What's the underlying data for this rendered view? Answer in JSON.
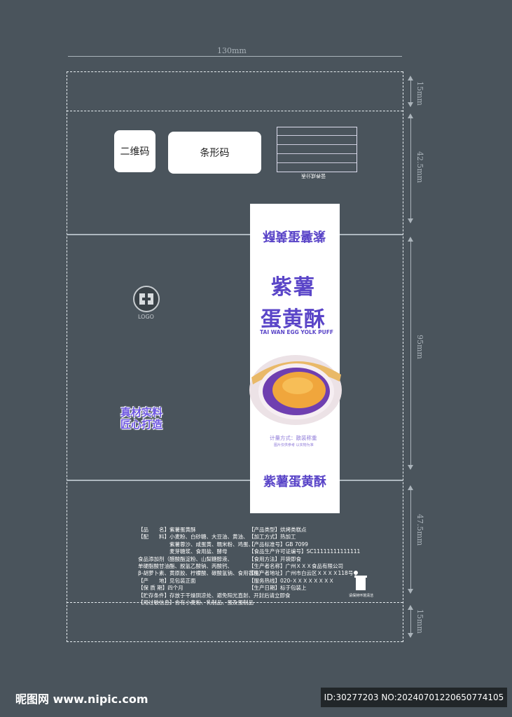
{
  "dimensions": {
    "width_label": "130mm",
    "top_flap": "15mm",
    "upper_panel": "42.5mm",
    "middle_panel": "95mm",
    "lower_panel": "47.5mm",
    "bottom_flap": "15mm"
  },
  "placeholders": {
    "qr_code": "二维码",
    "barcode": "条形码"
  },
  "logo": {
    "text": "LOGO"
  },
  "slogan": {
    "line1": "真材实料",
    "line2": "匠心打造"
  },
  "front": {
    "title_flipped": "紫薯蛋黄酥",
    "title_line1": "紫薯",
    "title_line2": "蛋黄酥",
    "subtitle": "TAI WAN EGG YOLK PUFF",
    "measure": "计量方式：散装称重",
    "note": "图片仅供参考 以实物为准",
    "bottom_title": "紫薯蛋黄酥"
  },
  "nutrition_caption": "营养成分表",
  "product_info_left": [
    "【品　　名】紫薯蛋黄酥",
    "【配　　料】小麦粉、白砂糖、大豆油、黄油、",
    "　　　　　　紫薯蓉沙、咸蛋黄、糯米粉、鸡蛋、",
    "　　　　　　麦芽糖浆、食用盐、酵母",
    "食品添加剂（醋酸酯淀粉、山梨糖醇液、",
    "单硬脂酸甘油酯、脱氢乙酸钠、丙酸钙、",
    "β-胡萝卜素、黄原胶、柠檬酸、碳酸氢钠、食用香精）",
    "【产　　地】见包装正面",
    "【保 质 期】四个月",
    "【贮存条件】存放于干燥阴凉处、避免阳光直射、开封后请立即食",
    "【用过敏信息】含有小麦粉、乳制品、蛋及蛋制品"
  ],
  "product_info_right": [
    "【产品类型】烘烤类糕点",
    "【加工方式】热加工",
    "【产品标准号】GB 7099",
    "【食品生产许可证编号】SC11111111111111",
    "【食用方法】开袋即食",
    "【生产者名称】广州ＸＸＸ食品有限公司",
    "【生产者地址】广州市白云区ＸＸＸＸ118号",
    "【服务热线】020-ＸＸＸＸＸＸＸＸ",
    "【生产日期】标于包装上"
  ],
  "recycle_caption": "请保持环境清洁",
  "watermark": {
    "site": "昵图网 www.nipic.com",
    "id": "ID:30277203 NO:20240701220650774105"
  }
}
